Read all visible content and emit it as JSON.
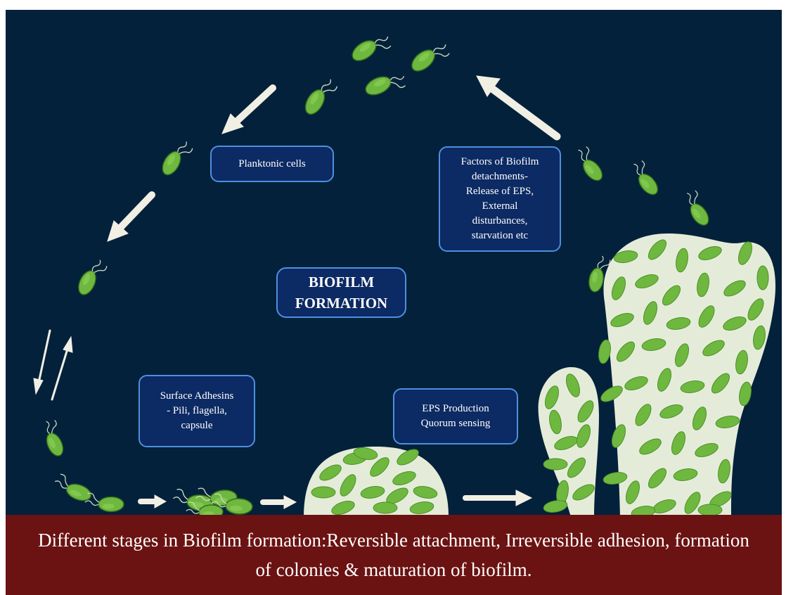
{
  "labels": {
    "planktonic": "Planktonic cells",
    "detachment": "Factors of Biofilm\ndetachments-\nRelease of EPS,\nExternal\ndisturbances,\nstarvation etc",
    "title": "BIOFILM\nFORMATION",
    "adhesins": "Surface Adhesins\n- Pili, flagella,\ncapsule",
    "eps": "EPS Production\nQuorum sensing"
  },
  "caption": "Different stages in Biofilm formation:Reversible attachment, Irreversible adhesion, formation of colonies & maturation of biofilm.",
  "colors": {
    "background": "#03213b",
    "caption_band": "#6b1212",
    "box_fill": "#0c2a63",
    "box_border": "#4f8fe0",
    "bacterium": "#6fb83f",
    "colony": "#e4ecd9",
    "arrow": "#f1efe4"
  }
}
